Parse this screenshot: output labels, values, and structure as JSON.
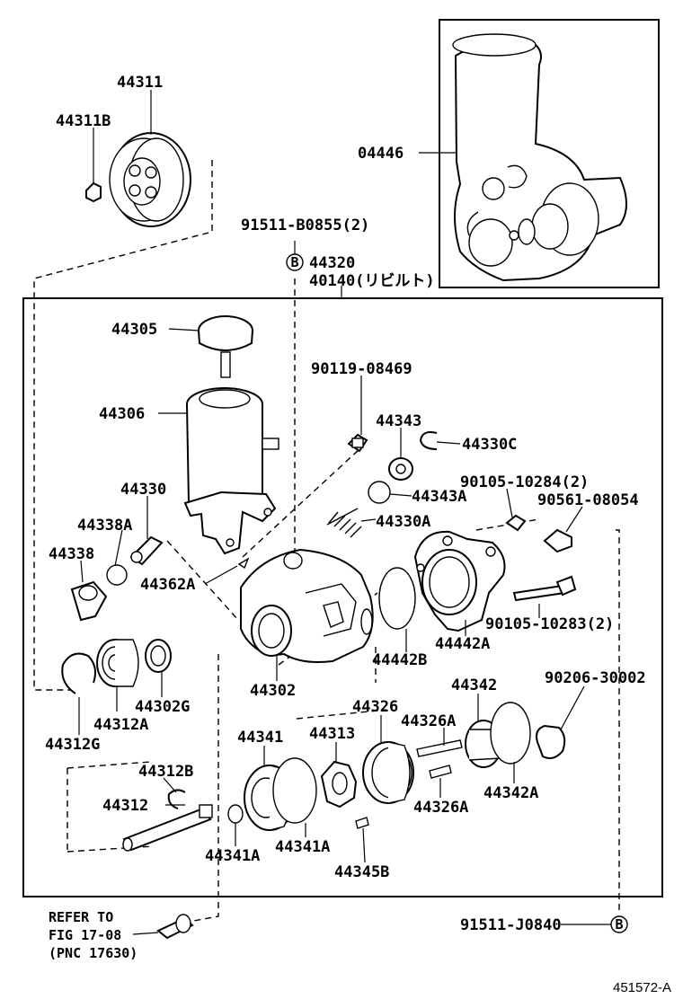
{
  "labels": {
    "p44311": "44311",
    "p44311B": "44311B",
    "p04446": "04446",
    "p91511_B0855": "91511-B0855(2)",
    "p44320": "44320",
    "p40140": "40140(リビルト)",
    "p44305": "44305",
    "p90119": "90119-08469",
    "p44306": "44306",
    "p44343": "44343",
    "p44330C": "44330C",
    "p90105_10284": "90105-10284(2)",
    "p44343A": "44343A",
    "p90561": "90561-08054",
    "p44330": "44330",
    "p44338A": "44338A",
    "p44330A": "44330A",
    "p44338": "44338",
    "p44362A": "44362A",
    "p90105_10283": "90105-10283(2)",
    "p44442A": "44442A",
    "p44442B": "44442B",
    "p44302": "44302",
    "p44302G": "44302G",
    "p44312A": "44312A",
    "p44312G": "44312G",
    "p44326": "44326",
    "p44342": "44342",
    "p90206": "90206-30002",
    "p44326A_top": "44326A",
    "p44341": "44341",
    "p44313": "44313",
    "p44312B": "44312B",
    "p44312": "44312",
    "p44342A": "44342A",
    "p44326A_bot": "44326A",
    "p44341A_left": "44341A",
    "p44341A_right": "44341A",
    "p44345B": "44345B",
    "refer_line1": "REFER TO",
    "refer_line2": "FIG 17-08",
    "refer_line3": "(PNC 17630)",
    "p91511_J0840": "91511-J0840",
    "marker_b_top": "B",
    "marker_b_bottom": "B",
    "diagram_code": "451572-A"
  }
}
